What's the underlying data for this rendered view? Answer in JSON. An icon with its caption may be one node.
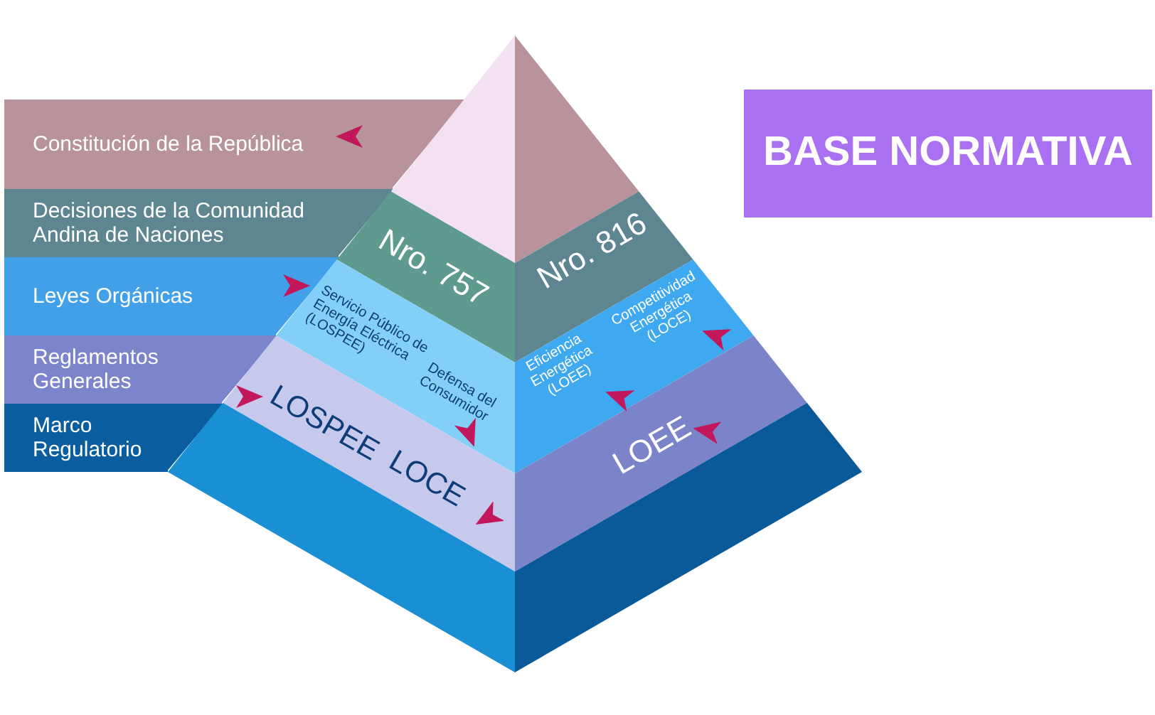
{
  "diagram": {
    "title": "BASE NORMATIVA",
    "nodes": [
      {
        "text": [
          "Constitución de la República"
        ]
      },
      {
        "text": [
          "Decisiones de la Comunidad Andina de Naciones"
        ]
      },
      {
        "text": [
          "Leyes Orgánicas"
        ]
      },
      {
        "text": [
          "Reglamentos Generales"
        ]
      },
      {
        "text": [
          "Marco Regulatorio"
        ]
      }
    ],
    "labels": [
      "Nro. 757",
      "Nro. 816",
      "Servicio Público de Energía Eléctrica (LOSPEE)",
      "Defensa del Consumidor",
      "Competitividad Energética (LOCE)",
      "Eficiencia Energética (LOEE)",
      "LOSPEE",
      "LOCE",
      "LOEE"
    ]
  }
}
